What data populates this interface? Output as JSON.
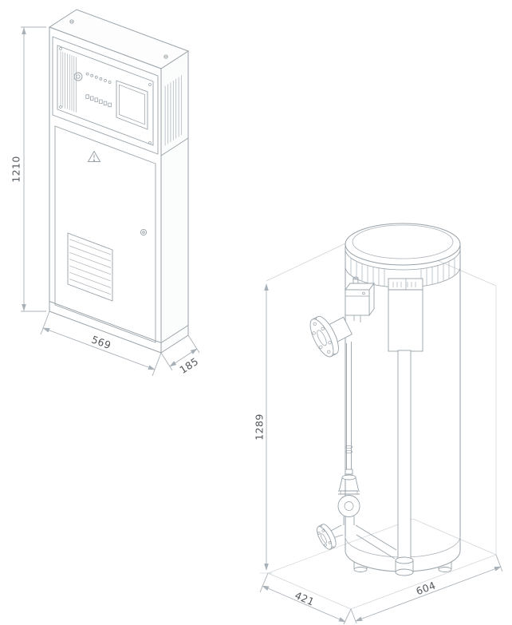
{
  "drawing": {
    "cabinet": {
      "name": "control-cabinet",
      "height": "1210",
      "width": "569",
      "depth": "185"
    },
    "vessel": {
      "name": "cylindrical-heater-vessel",
      "height": "1289",
      "depth": "421",
      "width": "604"
    }
  },
  "colors": {
    "object_line": "#98a2a9",
    "detail_line": "#aab2b9",
    "construction_line": "#cdd3d7",
    "dim_line": "#a9b1b8",
    "text": "#54585c",
    "background": "#ffffff"
  }
}
